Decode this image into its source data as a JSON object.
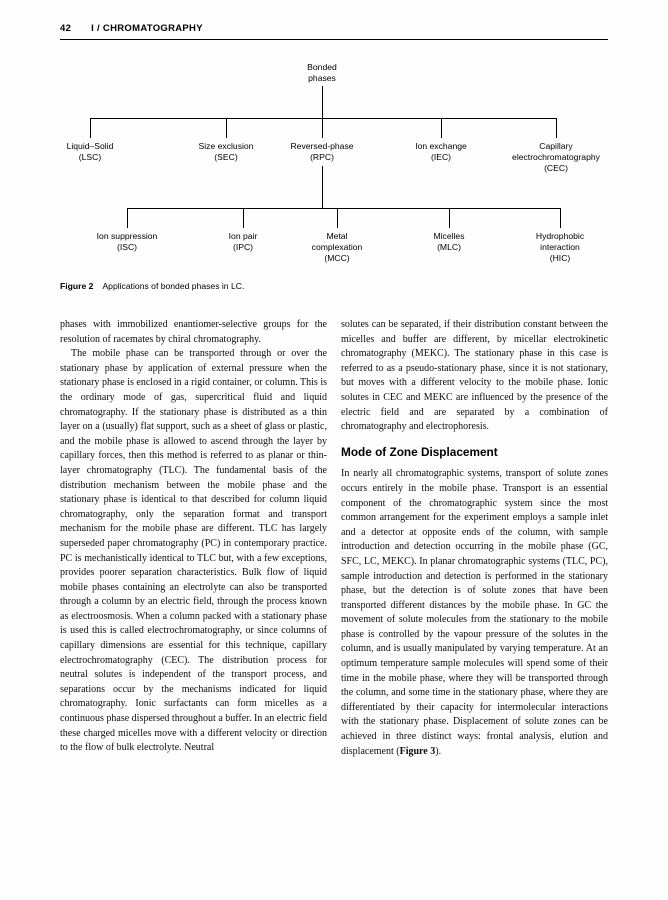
{
  "header": {
    "page_number": "42",
    "title": "I / CHROMATOGRAPHY"
  },
  "figure": {
    "label": "Figure 2",
    "caption": "Applications of bonded phases in LC."
  },
  "diagram": {
    "root": "Bonded\nphases",
    "level1": [
      {
        "label": "Liquid–Solid\n(LSC)"
      },
      {
        "label": "Size exclusion\n(SEC)"
      },
      {
        "label": "Reversed-phase\n(RPC)"
      },
      {
        "label": "Ion exchange\n(IEC)"
      },
      {
        "label": "Capillary\nelectrochromatography\n(CEC)"
      }
    ],
    "level2": [
      {
        "label": "Ion suppression\n(ISC)"
      },
      {
        "label": "Ion pair\n(IPC)"
      },
      {
        "label": "Metal\ncomplexation\n(MCC)"
      },
      {
        "label": "Micelles\n(MLC)"
      },
      {
        "label": "Hydrophobic\ninteraction\n(HIC)"
      }
    ]
  },
  "body": {
    "left_para1": "phases with immobilized enantiomer-selective groups for the resolution of racemates by chiral chromatography.",
    "left_para2": "The mobile phase can be transported through or over the stationary phase by application of external pressure when the stationary phase is enclosed in a rigid container, or column. This is the ordinary mode of gas, supercritical fluid and liquid chromatography. If the stationary phase is distributed as a thin layer on a (usually) flat support, such as a sheet of glass or plastic, and the mobile phase is allowed to ascend through the layer by capillary forces, then this method is referred to as planar or thin-layer chromatography (TLC). The fundamental basis of the distribution mechanism between the mobile phase and the stationary phase is identical to that described for column liquid chromatography, only the separation format and transport mechanism for the mobile phase are different. TLC has largely superseded paper chromatography (PC) in contemporary practice. PC is mechanistically identical to TLC but, with a few exceptions, provides poorer separation characteristics. Bulk flow of liquid mobile phases containing an electrolyte can also be transported through a column by an electric field, through the process known as electroosmosis. When a column packed with a stationary phase is used this is called electrochromatography, or since columns of capillary dimensions are essential for this technique, capillary electrochromatography (CEC). The distribution process for neutral solutes is independent of the transport process, and separations occur by the mechanisms indicated for liquid chromatography. Ionic surfactants can form micelles as a continuous phase dispersed throughout a buffer. In an electric field these charged micelles move with a different velocity or direction to the flow of bulk electrolyte. Neutral",
    "right_para1": "solutes can be separated, if their distribution constant between the micelles and buffer are different, by micellar electrokinetic chromatography (MEKC). The stationary phase in this case is referred to as a pseudo-stationary phase, since it is not stationary, but moves with a different velocity to the mobile phase. Ionic solutes in CEC and MEKC are influenced by the presence of the electric field and are separated by a combination of chromatography and electrophoresis.",
    "section_heading": "Mode of Zone Displacement",
    "right_para2": "In nearly all chromatographic systems, transport of solute zones occurs entirely in the mobile phase. Transport is an essential component of the chromatographic system since the most common arrangement for the experiment employs a sample inlet and a detector at opposite ends of the column, with sample introduction and detection occurring in the mobile phase (GC, SFC, LC, MEKC). In planar chromatographic systems (TLC, PC), sample introduction and detection is performed in the stationary phase, but the detection is of solute zones that have been transported different distances by the mobile phase. In GC the movement of solute molecules from the stationary to the mobile phase is controlled by the vapour pressure of the solutes in the column, and is usually manipulated by varying temperature. At an optimum temperature sample molecules will spend some of their time in the mobile phase, where they will be transported through the column, and some time in the stationary phase, where they are differentiated by their capacity for intermolecular interactions with the stationary phase. Displacement of solute zones can be achieved in three distinct ways: frontal analysis, elution and displacement (",
    "figure_ref": "Figure 3",
    "right_para2_end": ")."
  }
}
